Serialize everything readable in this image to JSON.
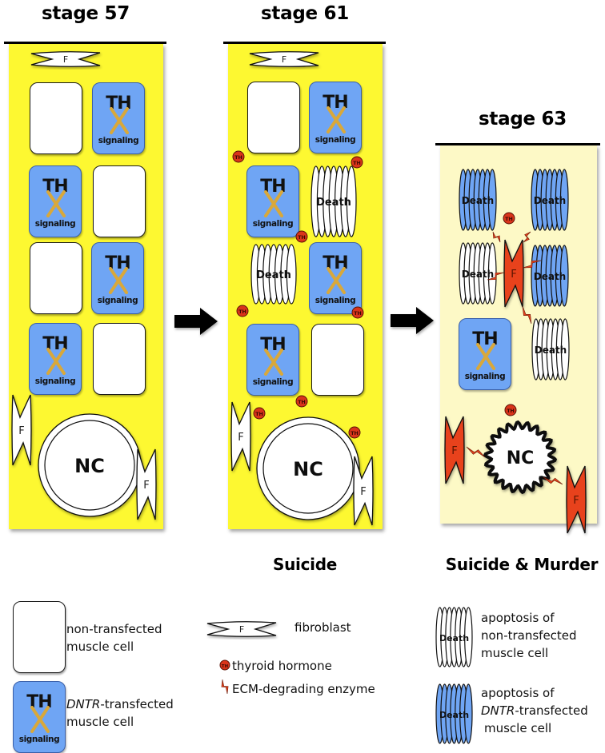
{
  "stages": [
    {
      "title": "stage 57"
    },
    {
      "title": "stage 61"
    },
    {
      "title": "stage 63"
    }
  ],
  "captions": {
    "stage61": "Suicide",
    "stage63": "Suicide & Murder"
  },
  "labels": {
    "th": "TH",
    "signaling": "signaling",
    "death": "Death",
    "fibroblast": "F",
    "nucleus": "NC",
    "thyroid": "TH"
  },
  "legend": {
    "non_transfected": {
      "line1": "non-transfected",
      "line2": "muscle cell"
    },
    "dntr_transfected": {
      "italic": "DNTR",
      "rest": "-transfected",
      "line2": "muscle cell"
    },
    "fibroblast": "fibroblast",
    "thyroid_hormone": "thyroid hormone",
    "ecm_enzyme": "ECM-degrading enzyme",
    "apoptosis_non": {
      "line1": "apoptosis of",
      "line2": "non-transfected",
      "line3": "muscle cell"
    },
    "apoptosis_dntr": {
      "line1": "apoptosis of",
      "italic": "DNTR",
      "rest": "-transfected",
      "line3": "muscle cell"
    }
  },
  "colors": {
    "panel_yellow": "#fdf831",
    "panel_pale": "#fdf9c6",
    "cell_blue": "#6fa5f4",
    "x_mark": "#d9a83a",
    "hormone_red": "#d9341a",
    "fibroblast_red": "#e8421c"
  }
}
